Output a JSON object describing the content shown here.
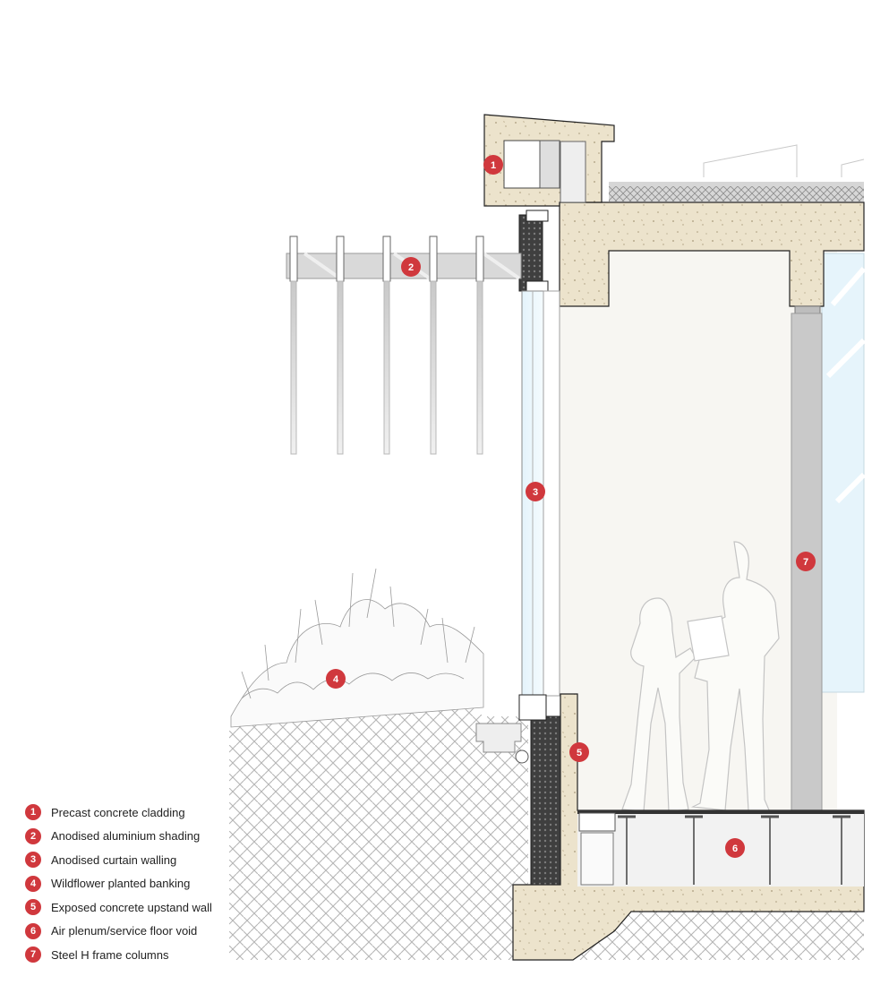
{
  "legend": {
    "items": [
      {
        "num": "1",
        "label": "Precast concrete cladding"
      },
      {
        "num": "2",
        "label": "Anodised aluminium shading"
      },
      {
        "num": "3",
        "label": "Anodised curtain walling"
      },
      {
        "num": "4",
        "label": "Wildflower planted banking"
      },
      {
        "num": "5",
        "label": "Exposed concrete upstand wall"
      },
      {
        "num": "6",
        "label": "Air plenum/service floor void"
      },
      {
        "num": "7",
        "label": "Steel H frame columns"
      }
    ]
  },
  "markers": [
    "1",
    "2",
    "3",
    "4",
    "5",
    "6",
    "7"
  ],
  "colors": {
    "marker": "#d0383d",
    "concrete": "#ece3cc",
    "ground_hatch": "#dcdcdc",
    "glass": "#e9f5fb",
    "interior_wall": "#f7f6f2",
    "steel_column": "#c8c8c8",
    "insulation": "#4a4a4a"
  }
}
